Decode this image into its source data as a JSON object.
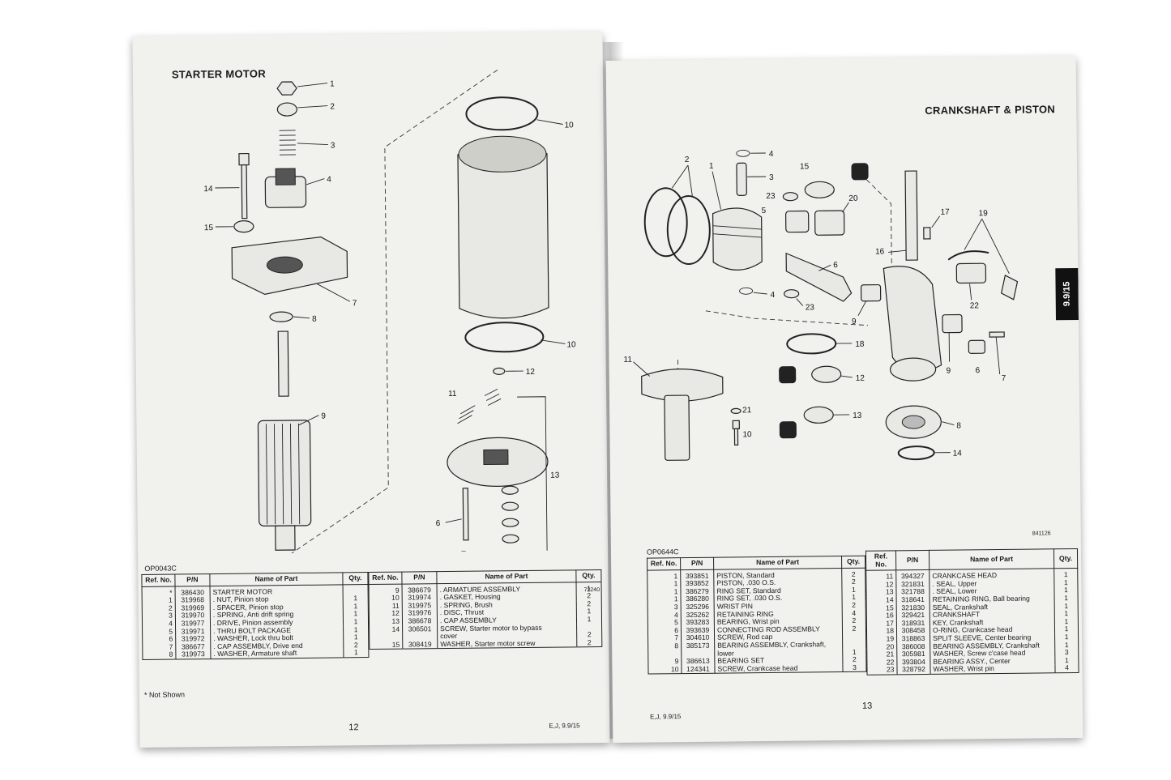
{
  "left": {
    "title": "STARTER MOTOR",
    "diagram_code": "OP0043C",
    "image_code": "72240",
    "headers": [
      "Ref. No.",
      "P/N",
      "Name of Part",
      "Qty."
    ],
    "table_a": [
      [
        "*",
        "386430",
        "STARTER MOTOR",
        ""
      ],
      [
        "1",
        "319968",
        ". NUT, Pinion stop",
        "1"
      ],
      [
        "2",
        "319969",
        ". SPACER, Pinion stop",
        "1"
      ],
      [
        "3",
        "319970",
        ". SPRING, Anti drift spring",
        "1"
      ],
      [
        "4",
        "319977",
        ". DRIVE, Pinion assembly",
        "1"
      ],
      [
        "5",
        "319971",
        ". THRU BOLT PACKAGE",
        "1"
      ],
      [
        "6",
        "319972",
        ". WASHER, Lock thru bolt",
        "1"
      ],
      [
        "7",
        "386677",
        ". CAP ASSEMBLY, Drive end",
        "2"
      ],
      [
        "8",
        "319973",
        ". WASHER, Armature shaft",
        "1"
      ]
    ],
    "table_b": [
      [
        "9",
        "386679",
        ". ARMATURE ASSEMBLY",
        "1"
      ],
      [
        "10",
        "319974",
        ". GASKET, Housing",
        "2"
      ],
      [
        "11",
        "319975",
        ". SPRING, Brush",
        "2"
      ],
      [
        "12",
        "319976",
        ". DISC, Thrust",
        "1"
      ],
      [
        "13",
        "386678",
        ". CAP ASSEMBLY",
        "1"
      ],
      [
        "14",
        "306501",
        "SCREW, Starter motor to bypass",
        ""
      ],
      [
        "",
        "",
        "cover",
        "2"
      ],
      [
        "15",
        "308419",
        "WASHER, Starter motor screw",
        "2"
      ]
    ],
    "note": "*  Not Shown",
    "page_number": "12",
    "footer": "E,J, 9.9/15"
  },
  "right": {
    "title": "CRANKSHAFT & PISTON",
    "tab": "9.9/15",
    "diagram_code": "OP0644C",
    "image_code": "841126",
    "headers": [
      "Ref. No.",
      "P/N",
      "Name of Part",
      "Qty."
    ],
    "table_a": [
      [
        "1",
        "393851",
        "PISTON, Standard",
        "2"
      ],
      [
        "1",
        "393852",
        "PISTON, .030 O.S.",
        "2"
      ],
      [
        "1",
        "386279",
        "RING SET, Standard",
        "1"
      ],
      [
        "1",
        "386280",
        "RING SET, .030 O.S.",
        "1"
      ],
      [
        "3",
        "325296",
        "WRIST PIN",
        "2"
      ],
      [
        "4",
        "325262",
        "RETAINING RING",
        "4"
      ],
      [
        "5",
        "393283",
        "BEARING, Wrist pin",
        "2"
      ],
      [
        "6",
        "393639",
        "CONNECTING ROD ASSEMBLY",
        "2"
      ],
      [
        "7",
        "304610",
        "SCREW, Rod cap",
        ""
      ],
      [
        "8",
        "385173",
        "BEARING ASSEMBLY, Crankshaft,",
        ""
      ],
      [
        "",
        "",
        "lower",
        "1"
      ],
      [
        "9",
        "386613",
        "BEARING SET",
        "2"
      ],
      [
        "10",
        "124341",
        "SCREW, Crankcase head",
        "3"
      ]
    ],
    "table_b": [
      [
        "11",
        "394327",
        "CRANKCASE HEAD",
        "1"
      ],
      [
        "12",
        "321831",
        ". SEAL, Upper",
        "1"
      ],
      [
        "13",
        "321788",
        ". SEAL, Lower",
        "1"
      ],
      [
        "14",
        "318641",
        "RETAINING RING, Ball bearing",
        "1"
      ],
      [
        "15",
        "321830",
        "SEAL, Crankshaft",
        "1"
      ],
      [
        "16",
        "329421",
        "CRANKSHAFT",
        "1"
      ],
      [
        "17",
        "318931",
        "KEY, Crankshaft",
        "1"
      ],
      [
        "18",
        "308458",
        "O-RING, Crankcase head",
        "1"
      ],
      [
        "19",
        "318863",
        "SPLIT SLEEVE, Center bearing",
        "1"
      ],
      [
        "20",
        "386008",
        "BEARING ASSEMBLY, Crankshaft",
        "1"
      ],
      [
        "21",
        "305981",
        "WASHER, Screw c'case head",
        "3"
      ],
      [
        "22",
        "393804",
        "BEARING ASSY., Center",
        "1"
      ],
      [
        "23",
        "328792",
        "WASHER, Wrist pin",
        "4"
      ]
    ],
    "page_number": "13",
    "footer": "E,J, 9.9/15"
  }
}
